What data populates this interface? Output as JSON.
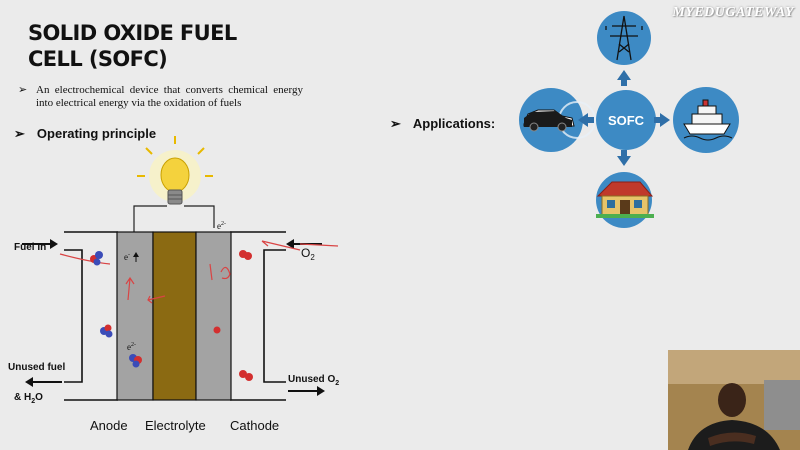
{
  "watermark": "MYEDUGATEWAY",
  "title": "SOLID OXIDE FUEL CELL (SOFC)",
  "bullets": {
    "definition": "An electrochemical device that converts chemical energy into electrical energy via the oxidation of fuels",
    "operating_principle": "Operating principle",
    "applications": "Applications:"
  },
  "bullet_symbol": "➢",
  "cell_diagram": {
    "fuel_in": "Fuel In",
    "o2": "O",
    "o2_sub": "2",
    "unused_fuel": "Unused fuel",
    "h2o_prefix": "& H",
    "h2o_sub": "2",
    "h2o_suffix": "O",
    "unused_o2": "Unused O",
    "unused_o2_sub": "2",
    "anode": "Anode",
    "electrolyte": "Electrolyte",
    "cathode": "Cathode",
    "electron_top": "e",
    "electron_mid": "e",
    "electron_low": "e",
    "electron_sup": "2-"
  },
  "applications_diagram": {
    "center": "SOFC",
    "items": [
      "power-grid",
      "vehicle",
      "ship",
      "house"
    ]
  },
  "colors": {
    "background": "#ebebeb",
    "electrode": "#a3a3a3",
    "electrolyte": "#8b6a12",
    "circle_blue": "#3d8ac4",
    "arrow_blue": "#2f6fa8",
    "molecule_red": "#d32f2f",
    "molecule_blue": "#3b4cb8"
  }
}
